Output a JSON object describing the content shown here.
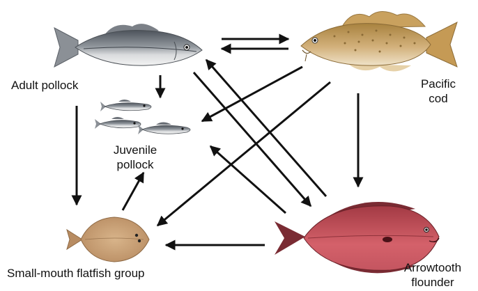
{
  "labels": {
    "adult_pollock": "Adult pollock",
    "pacific_cod_line1": "Pacific",
    "pacific_cod_line2": "cod",
    "juvenile_line1": "Juvenile",
    "juvenile_line2": "pollock",
    "flatfish": "Small-mouth flatfish group",
    "arrowtooth_line1": "Arrowtooth",
    "arrowtooth_line2": "flounder"
  },
  "colors": {
    "arrow": "#111111",
    "pollock_back": "#5a5f66",
    "pollock_belly": "#e6e6e6",
    "cod_body": "#c9a46a",
    "cod_spots": "#8a6a36",
    "flatfish_body": "#c9a278",
    "arrowtooth_body": "#c8525a",
    "arrowtooth_fin": "#7a2b33"
  },
  "icons": [
    "adult-pollock-icon",
    "pacific-cod-icon",
    "juvenile-pollock-icon",
    "flatfish-icon",
    "arrowtooth-flounder-icon"
  ],
  "links": [
    {
      "from": "Adult pollock",
      "to": "Pacific cod"
    },
    {
      "from": "Pacific cod",
      "to": "Adult pollock"
    },
    {
      "from": "Adult pollock",
      "to": "Juvenile pollock"
    },
    {
      "from": "Adult pollock",
      "to": "Small-mouth flatfish group"
    },
    {
      "from": "Adult pollock",
      "to": "Arrowtooth flounder"
    },
    {
      "from": "Pacific cod",
      "to": "Juvenile pollock"
    },
    {
      "from": "Pacific cod",
      "to": "Small-mouth flatfish group"
    },
    {
      "from": "Pacific cod",
      "to": "Arrowtooth flounder"
    },
    {
      "from": "Arrowtooth flounder",
      "to": "Adult pollock"
    },
    {
      "from": "Arrowtooth flounder",
      "to": "Juvenile pollock"
    },
    {
      "from": "Arrowtooth flounder",
      "to": "Small-mouth flatfish group"
    },
    {
      "from": "Small-mouth flatfish group",
      "to": "Juvenile pollock"
    }
  ]
}
